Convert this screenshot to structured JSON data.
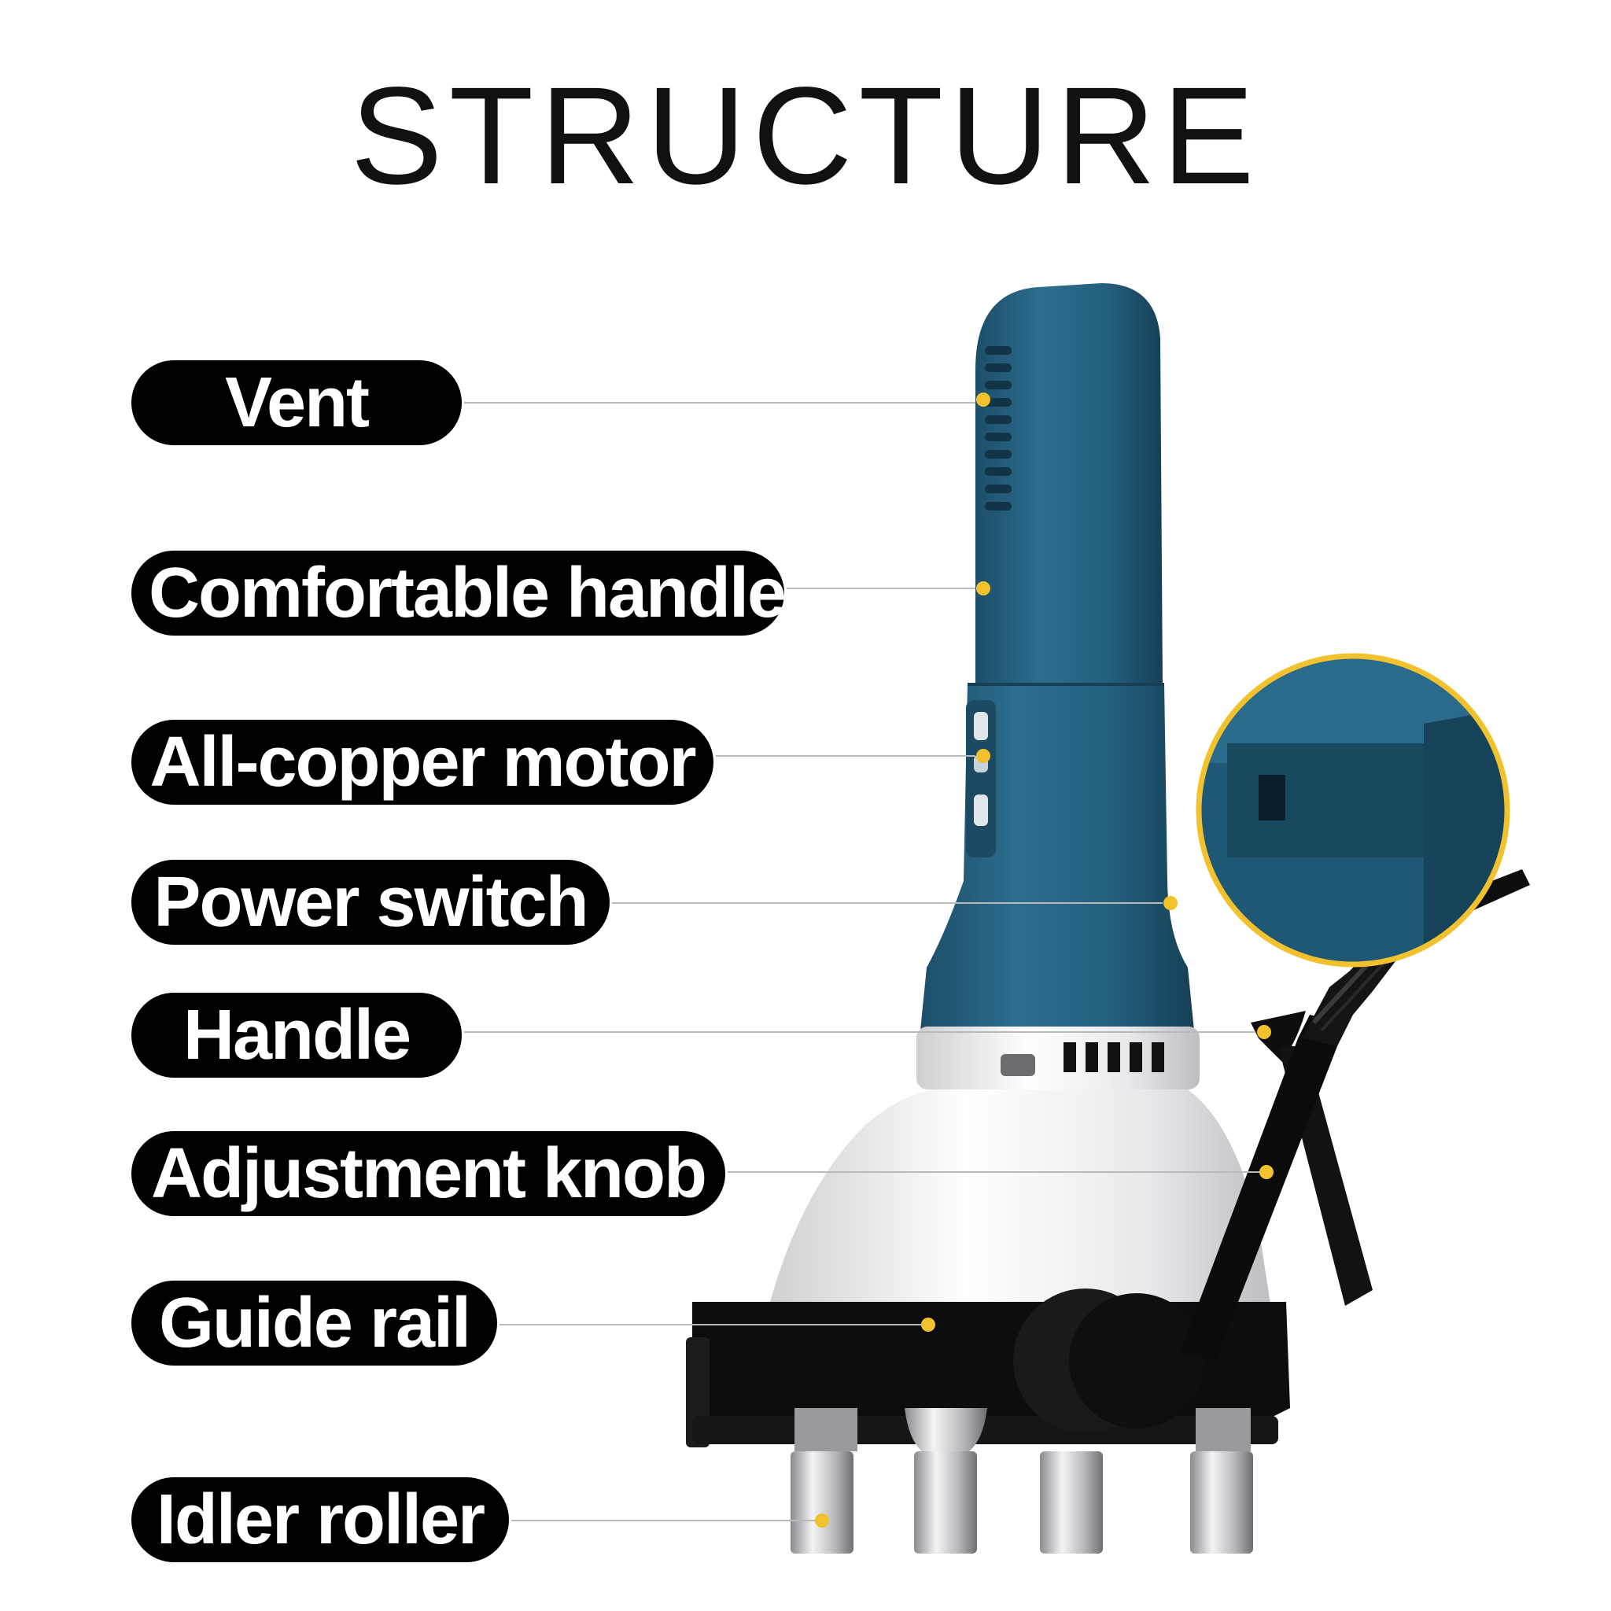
{
  "title": "STRUCTURE",
  "labels": [
    {
      "id": "vent",
      "text": "Vent"
    },
    {
      "id": "comfortable-handle",
      "text": "Comfortable handle"
    },
    {
      "id": "all-copper-motor",
      "text": "All-copper motor"
    },
    {
      "id": "power-switch",
      "text": "Power switch"
    },
    {
      "id": "handle",
      "text": "Handle"
    },
    {
      "id": "adjustment-knob",
      "text": "Adjustment knob"
    },
    {
      "id": "guide-rail",
      "text": "Guide rail"
    },
    {
      "id": "idler-roller",
      "text": "Idler roller"
    }
  ],
  "colors": {
    "body_blue": "#24607e",
    "accent_gold": "#f2c12e",
    "pill": "#000000",
    "leader_line": "#b9b9b9"
  }
}
